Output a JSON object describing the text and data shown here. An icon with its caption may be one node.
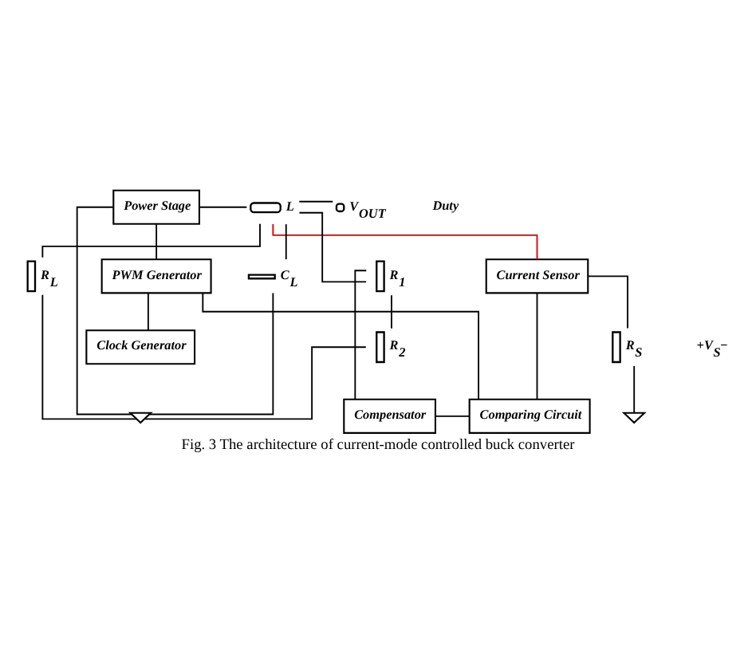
{
  "diagram": {
    "caption": "Fig. 3 The architecture of current-mode controlled buck converter",
    "nodes": [
      {
        "text": [
          "Power Stage"
        ]
      },
      {
        "text": [
          "PWM Generator"
        ]
      },
      {
        "text": [
          "Current Sensor"
        ]
      },
      {
        "text": [
          "Comparing Circuit"
        ]
      },
      {
        "text": [
          "Compensator"
        ]
      },
      {
        "text": [
          "Clock Generator"
        ]
      },
      {
        "text": [],
        "shape": "inductor",
        "beside": [
          "L"
        ]
      },
      {
        "text": [],
        "shape": "capacitor",
        "beside": [
          "C$_{L}$"
        ]
      },
      {
        "text": [],
        "shape": "resistor",
        "beside": [
          "R$_{L}$"
        ]
      },
      {
        "text": [],
        "shape": "resistor",
        "beside": [
          "R$_{1}$"
        ]
      },
      {
        "text": [],
        "shape": "resistor",
        "beside": [
          "R$_{2}$"
        ]
      },
      {
        "text": [],
        "shape": "resistor",
        "beside": [
          "R$_{S}$"
        ]
      },
      {
        "text": [],
        "shape": "circle",
        "beside": [
          "V$_{OUT}$"
        ]
      },
      {
        "text": [],
        "shape": "ground"
      },
      {
        "text": [],
        "shape": "ground"
      }
    ],
    "edges": [
      {
        "from": 0,
        "to": 1,
        "arrow": "none"
      },
      {
        "from": 0,
        "to": 6,
        "arrow": "none"
      },
      {
        "from": 0,
        "to": 13,
        "arrow": "none"
      },
      {
        "from": 6,
        "to": 2,
        "arrow": "none",
        "color": "#e00000"
      },
      {
        "from": 6,
        "to": 7,
        "arrow": "none"
      },
      {
        "from": 6,
        "to": 8,
        "arrow": "none"
      },
      {
        "from": 6,
        "to": 9,
        "arrow": "none"
      },
      {
        "from": 6,
        "to": 12,
        "arrow": "none"
      },
      {
        "from": 9,
        "to": 10,
        "arrow": "none"
      },
      {
        "from": 7,
        "to": 13,
        "arrow": "none"
      },
      {
        "from": 8,
        "to": 13,
        "arrow": "none"
      },
      {
        "from": 10,
        "to": 13,
        "arrow": "none"
      },
      {
        "from": 2,
        "to": 11,
        "arrow": "none"
      },
      {
        "from": 2,
        "to": 3,
        "arrow": "none"
      },
      {
        "from": 11,
        "to": 14,
        "arrow": "none"
      },
      {
        "from": 9,
        "to": 4,
        "arrow": "none"
      },
      {
        "from": 4,
        "to": 3,
        "arrow": "none"
      },
      {
        "from": 1,
        "to": 3,
        "arrow": "none"
      },
      {
        "from": 1,
        "to": 5,
        "arrow": "none"
      }
    ],
    "labels": [
      "Duty",
      "+V$_{S}$−"
    ]
  }
}
